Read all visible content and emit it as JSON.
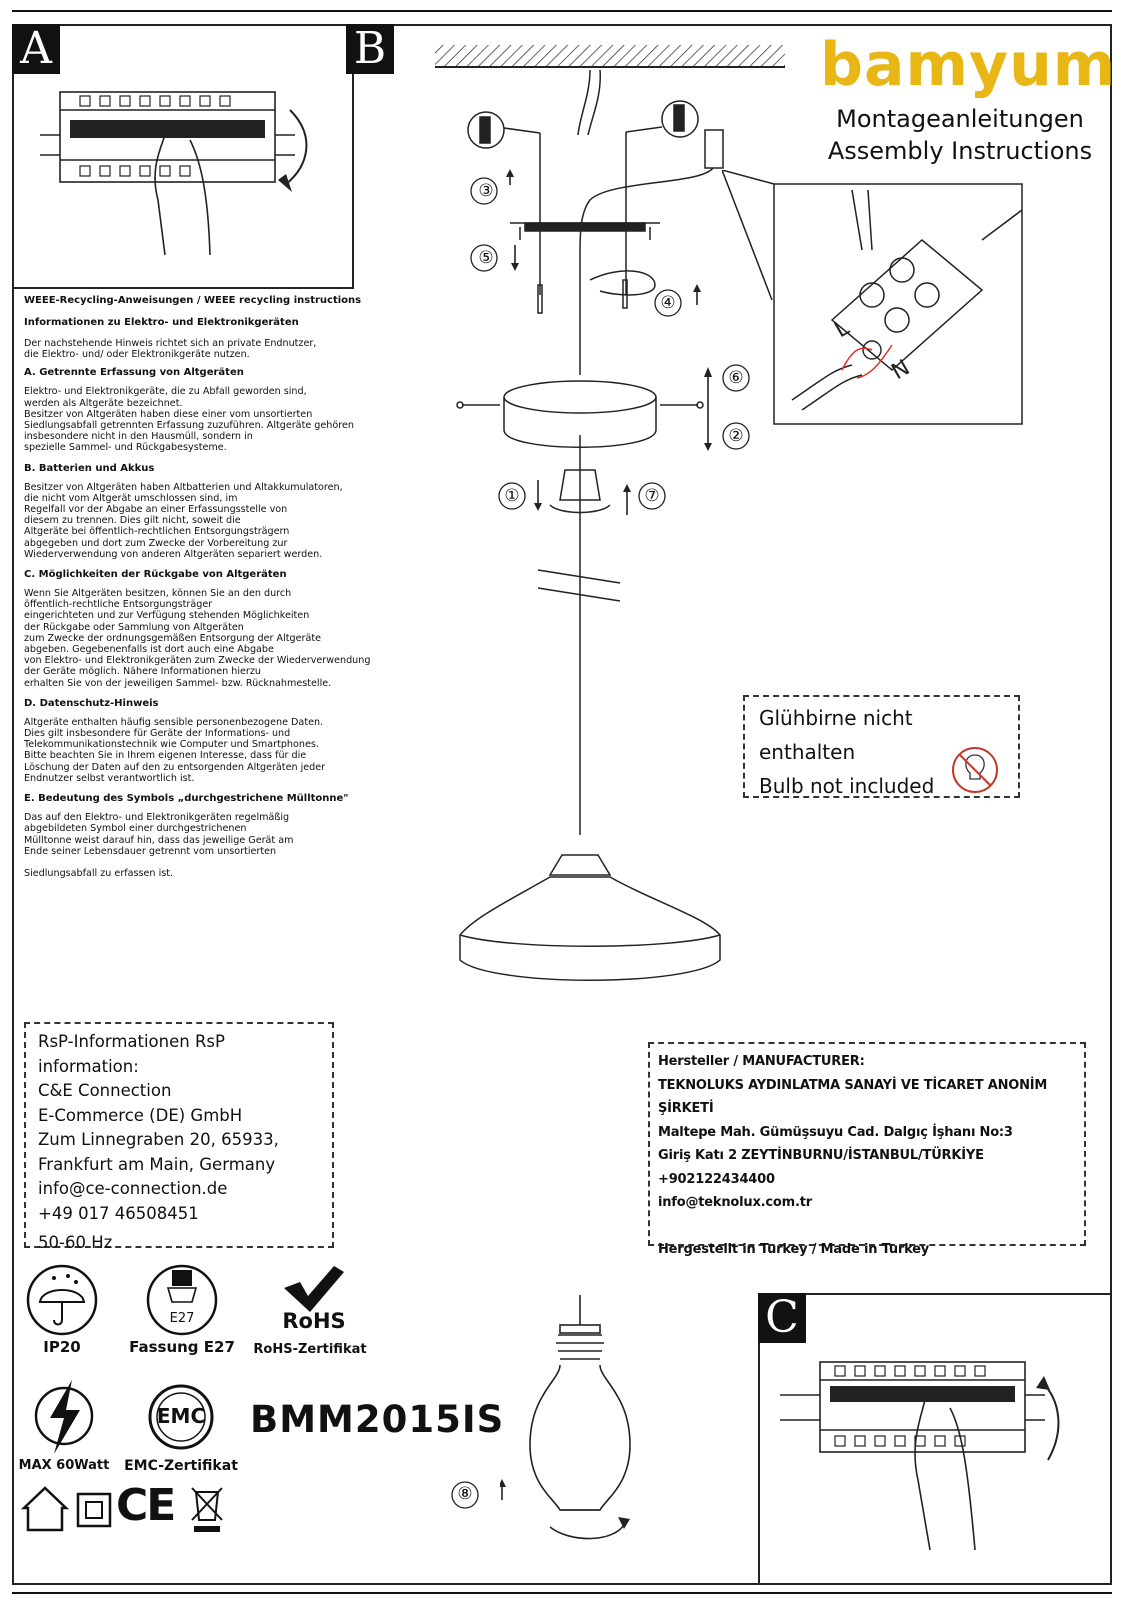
{
  "panels": {
    "a": "A",
    "b": "B",
    "c": "C"
  },
  "brand": {
    "name": "bamyum",
    "title_de": "Montageanleitungen",
    "title_en": "Assembly Instructions",
    "color": "#e8b615"
  },
  "weee": {
    "heading": "WEEE-Recycling-Anweisungen / WEEE recycling instructions",
    "subheading": "Informationen zu Elektro- und Elektronikgeräten",
    "intro": "Der nachstehende Hinweis richtet sich an private Endnutzer,\n die Elektro- und/ oder Elektronikgeräte nutzen.",
    "sections": [
      {
        "title": "A. Getrennte Erfassung von Altgeräten",
        "text": "Elektro- und Elektronikgeräte, die zu Abfall geworden sind,\n werden als Altgeräte bezeichnet.\nBesitzer von Altgeräten haben diese einer vom unsortierten\nSiedlungsabfall getrennten Erfassung zuzuführen. Altgeräte gehören\ninsbesondere nicht in den Hausmüll, sondern in\nspezielle Sammel- und Rückgabesysteme."
      },
      {
        "title": "B. Batterien und Akkus",
        "text": "Besitzer von Altgeräten haben Altbatterien und Altakkumulatoren,\n die nicht vom Altgerät umschlossen sind, im\nRegelfall vor der Abgabe an einer Erfassungsstelle von\ndiesem zu trennen. Dies gilt nicht, soweit die\nAltgeräte bei öffentlich-rechtlichen Entsorgungsträgern\nabgegeben und dort zum Zwecke der Vorbereitung zur\nWiederverwendung von anderen Altgeräten separiert werden."
      },
      {
        "title": "C. Möglichkeiten der Rückgabe von Altgeräten",
        "text": "Wenn Sie Altgeräten besitzen, können Sie an den durch\nöffentlich-rechtliche Entsorgungsträger\neingerichteten und zur Verfügung stehenden Möglichkeiten\nder Rückgabe oder Sammlung von Altgeräten\n zum Zwecke der ordnungsgemäßen Entsorgung der Altgeräte\nabgeben. Gegebenenfalls ist dort auch eine Abgabe\n von Elektro- und Elektronikgeräten zum Zwecke der Wiederverwendung\nder Geräte möglich. Nähere Informationen hierzu\nerhalten Sie von der jeweiligen Sammel- bzw. Rücknahmestelle."
      },
      {
        "title": "D. Datenschutz-Hinweis",
        "text": "Altgeräte enthalten häufig sensible personenbezogene Daten.\nDies gilt insbesondere für Geräte der Informations- und\nTelekommunikationstechnik wie Computer und Smartphones.\n Bitte beachten Sie in Ihrem eigenen Interesse, dass für die\nLöschung der Daten auf den zu entsorgenden Altgeräten jeder\nEndnutzer selbst verantwortlich ist."
      },
      {
        "title": "E. Bedeutung des Symbols „durchgestrichene Mülltonne\"",
        "text": "Das auf den Elektro- und Elektronikgeräten regelmäßig\n abgebildeten Symbol einer durchgestrichenen\nMülltonne weist darauf hin, dass das jeweilige Gerät am\nEnde seiner Lebensdauer getrennt vom unsortierten\n\nSiedlungsabfall zu erfassen ist."
      }
    ]
  },
  "bulb_note": {
    "de": "Glühbirne nicht enthalten",
    "en": "Bulb not included"
  },
  "steps": [
    "①",
    "②",
    "③",
    "④",
    "⑤",
    "⑥",
    "⑦",
    "⑧"
  ],
  "wiring": {
    "l": "L",
    "n": "N"
  },
  "rsp": {
    "lines": [
      "RsP-Informationen RsP information:",
      "C&E Connection",
      "E-Commerce (DE) GmbH",
      "Zum Linnegraben 20, 65933,",
      "Frankfurt am Main, Germany",
      "info@ce-connection.de",
      "+49 017 46508451",
      "50-60 Hz"
    ]
  },
  "manufacturer": {
    "lines": [
      "Hersteller / MANUFACTURER:",
      "TEKNOLUKS AYDINLATMA SANAYİ VE TİCARET ANONİM ŞİRKETİ",
      "Maltepe Mah. Gümüşsuyu Cad. Dalgıç İşhanı No:3",
      "Giriş Katı 2 ZEYTİNBURNU/İSTANBUL/TÜRKİYE",
      "+902122434400",
      "info@teknolux.com.tr",
      "",
      "Hergestellt in Turkey / Made in Turkey"
    ]
  },
  "icons": {
    "ip": "IP20",
    "socket": "Fassung E27",
    "socket_inner": "E27",
    "rohs": "RoHS",
    "rohs_label": "RoHS-Zertifikat",
    "power": "MAX 60Watt",
    "emc": "EMC",
    "emc_label": "EMC-Zertifikat",
    "ce": "CE"
  },
  "model": "BMM2015IS"
}
